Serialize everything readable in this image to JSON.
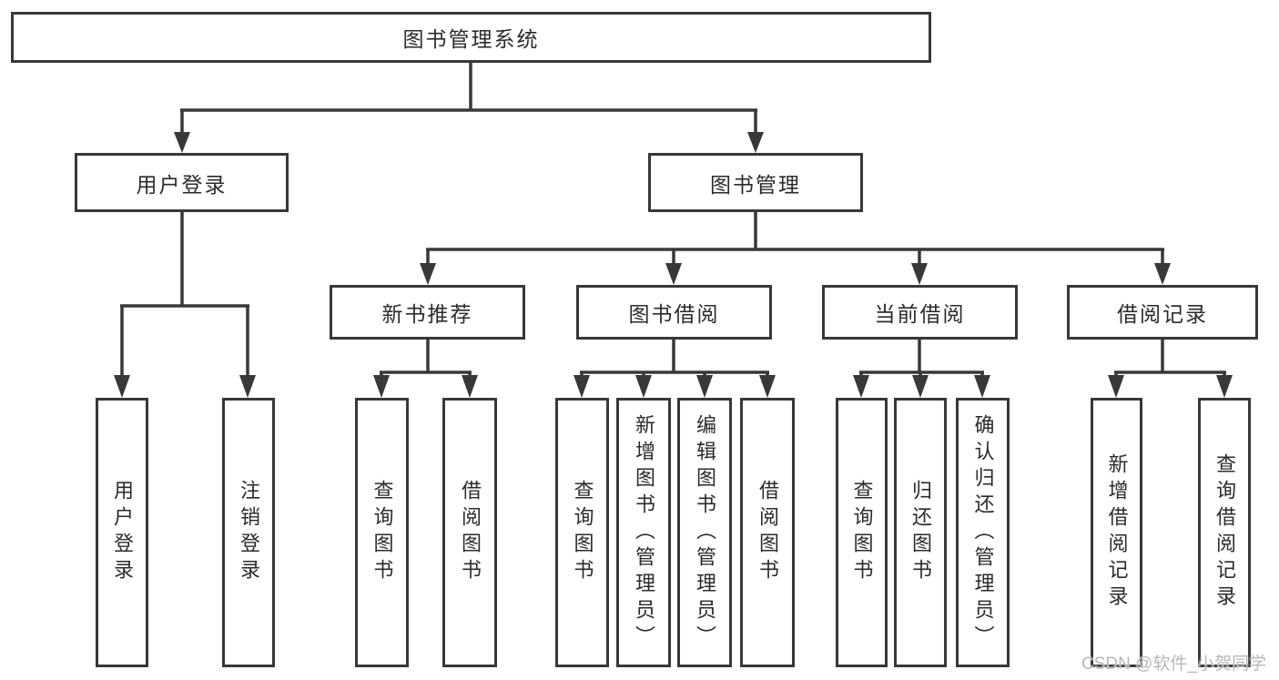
{
  "colors": {
    "background": "#ffffff",
    "line": "#383838",
    "box_border": "#383838",
    "text": "#2b2b2b",
    "watermark": "#b4b8bc"
  },
  "watermark": {
    "text": "CSDN @软件_小贺同学"
  },
  "tree": {
    "root": {
      "label": "图书管理系统",
      "children": [
        {
          "label": "用户登录",
          "children": [
            {
              "label": "用户登录"
            },
            {
              "label": "注销登录"
            }
          ]
        },
        {
          "label": "图书管理",
          "children": [
            {
              "label": "新书推荐",
              "children": [
                {
                  "label": "查询图书"
                },
                {
                  "label": "借阅图书"
                }
              ]
            },
            {
              "label": "图书借阅",
              "children": [
                {
                  "label": "查询图书"
                },
                {
                  "label": "新增图书（管理员）"
                },
                {
                  "label": "编辑图书（管理员）"
                },
                {
                  "label": "借阅图书"
                }
              ]
            },
            {
              "label": "当前借阅",
              "children": [
                {
                  "label": "查询图书"
                },
                {
                  "label": "归还图书"
                },
                {
                  "label": "确认归还（管理员）"
                }
              ]
            },
            {
              "label": "借阅记录",
              "children": [
                {
                  "label": "新增借阅记录"
                },
                {
                  "label": "查询借阅记录"
                }
              ]
            }
          ]
        }
      ]
    }
  }
}
